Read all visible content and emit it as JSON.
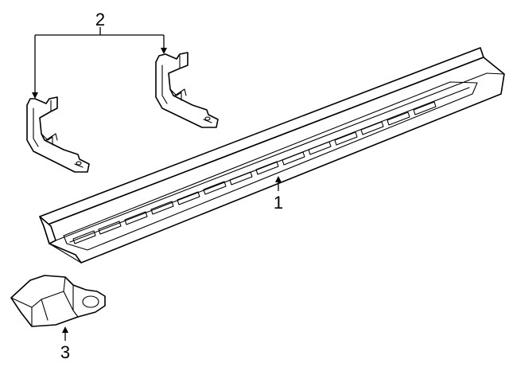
{
  "callouts": {
    "part1": "1",
    "part2": "2",
    "part3": "3"
  }
}
